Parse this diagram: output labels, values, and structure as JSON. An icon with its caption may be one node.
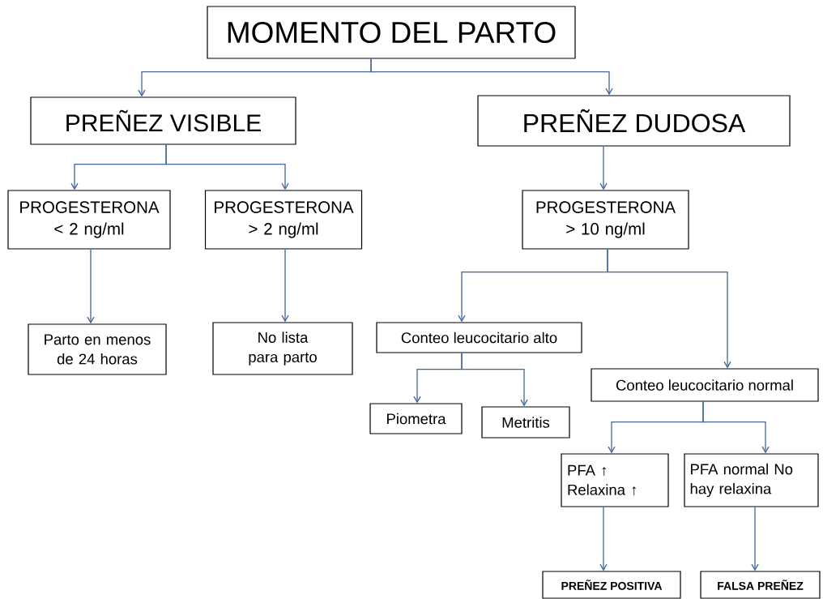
{
  "diagram": {
    "nodes": [
      {
        "text": [
          "MOMENTO DEL PARTO"
        ]
      },
      {
        "text": [
          "PREÑEZ VISIBLE"
        ]
      },
      {
        "text": [
          "PREÑEZ DUDOSA"
        ]
      },
      {
        "text": [
          "PROGESTERONA < 2 ng/ml"
        ]
      },
      {
        "text": [
          "PROGESTERONA > 2 ng/ml"
        ]
      },
      {
        "text": [
          "PROGESTERONA > 10 ng/ml"
        ]
      },
      {
        "text": [
          "Parto en menos de 24 horas"
        ]
      },
      {
        "text": [
          "No lista para parto"
        ]
      },
      {
        "text": [
          "Conteo leucocitario alto"
        ]
      },
      {
        "text": [
          "Conteo leucocitario normal"
        ]
      },
      {
        "text": [
          "Piometra"
        ]
      },
      {
        "text": [
          "Metritis"
        ]
      },
      {
        "text": [
          "PFA ↑ Relaxina ↑"
        ]
      },
      {
        "text": [
          "PFA normal No hay relaxina"
        ]
      },
      {
        "text": [
          "PREÑEZ POSITIVA"
        ]
      },
      {
        "text": [
          "FALSA PREÑEZ"
        ]
      }
    ],
    "edges": [
      {
        "from": 0,
        "to": 1,
        "arrow": "to"
      },
      {
        "from": 0,
        "to": 2,
        "arrow": "to"
      },
      {
        "from": 1,
        "to": 3,
        "arrow": "to"
      },
      {
        "from": 1,
        "to": 4,
        "arrow": "to"
      },
      {
        "from": 2,
        "to": 5,
        "arrow": "to"
      },
      {
        "from": 3,
        "to": 6,
        "arrow": "to"
      },
      {
        "from": 4,
        "to": 7,
        "arrow": "to"
      },
      {
        "from": 5,
        "to": 8,
        "arrow": "to"
      },
      {
        "from": 5,
        "to": 9,
        "arrow": "to"
      },
      {
        "from": 8,
        "to": 10,
        "arrow": "to"
      },
      {
        "from": 8,
        "to": 11,
        "arrow": "to"
      },
      {
        "from": 9,
        "to": 12,
        "arrow": "to"
      },
      {
        "from": 9,
        "to": 13,
        "arrow": "to"
      },
      {
        "from": 12,
        "to": 14,
        "arrow": "to"
      },
      {
        "from": 13,
        "to": 15,
        "arrow": "to"
      }
    ]
  }
}
